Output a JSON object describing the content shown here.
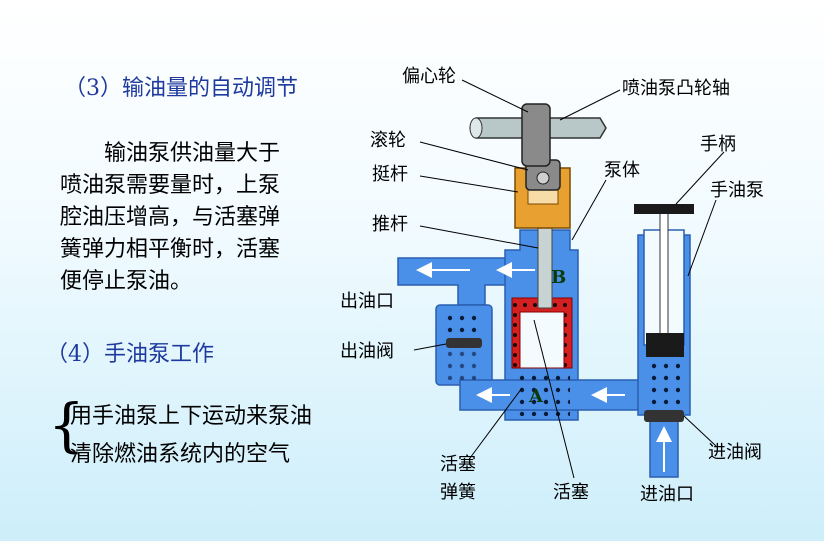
{
  "section3_title": "（3）输油量的自动调节",
  "paragraph_lines": [
    "输油泵供油量大于",
    "喷油泵需要量时，上泵",
    "腔油压增高，与活塞弹",
    "簧弹力相平衡时，活塞",
    "便停止泵油。"
  ],
  "section4_title": "（4）手油泵工作",
  "brace_items": [
    "用手油泵上下运动来泵油",
    "清除燃油系统内的空气"
  ],
  "labels": {
    "eccentric_wheel": "偏心轮",
    "camshaft": "喷油泵凸轮轴",
    "roller": "滚轮",
    "tappet": "挺杆",
    "push_rod": "推杆",
    "pump_body": "泵体",
    "handle": "手柄",
    "hand_pump": "手油泵",
    "outlet": "出油口",
    "outlet_valve": "出油阀",
    "inlet_valve": "进油阀",
    "piston_spring_1": "活塞",
    "piston_spring_2": "弹簧",
    "piston": "活塞",
    "inlet": "进油口",
    "chamber_b": "B",
    "chamber_a": "A"
  },
  "colors": {
    "fuel": "#4a90e8",
    "fuel_edge": "#2a5fb0",
    "tappet": "#e8a030",
    "piston": "#d42020",
    "shaft": "#b8c8c8",
    "heading": "#1e3a9e"
  }
}
